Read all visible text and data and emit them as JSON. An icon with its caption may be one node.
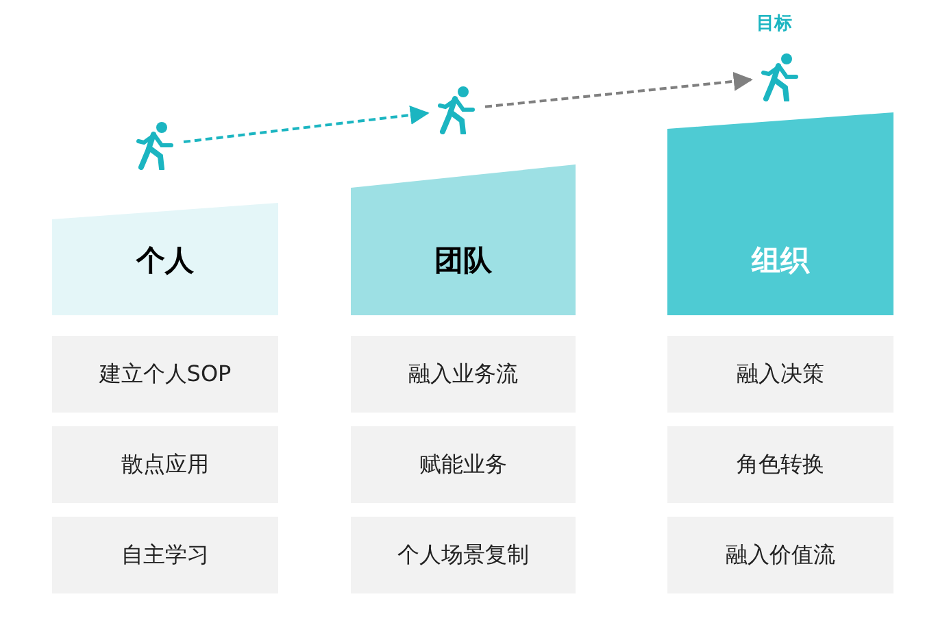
{
  "diagram": {
    "nodes": [
      {
        "text": [],
        "shape": "person"
      },
      {
        "text": [],
        "shape": "person"
      },
      {
        "text": [],
        "shape": "person",
        "beside": [
          "目标"
        ]
      },
      {
        "text": [
          "个人"
        ]
      },
      {
        "text": [
          "团队"
        ]
      },
      {
        "text": [
          "组织"
        ]
      },
      {
        "text": [
          "建立个人SOP"
        ]
      },
      {
        "text": [
          "融入业务流"
        ]
      },
      {
        "text": [
          "融入决策"
        ]
      },
      {
        "text": [
          "散点应用"
        ]
      },
      {
        "text": [
          "赋能业务"
        ]
      },
      {
        "text": [
          "角色转换"
        ]
      },
      {
        "text": [
          "自主学习"
        ]
      },
      {
        "text": [
          "个人场景复制"
        ]
      },
      {
        "text": [
          "融入价值流"
        ]
      }
    ],
    "edges": [
      {
        "from": 0,
        "to": 1,
        "arrow": "to",
        "style": "dashed",
        "color": "#1bb5c1"
      },
      {
        "from": 1,
        "to": 2,
        "arrow": "to",
        "style": "dashed",
        "color": "#808080"
      }
    ]
  }
}
